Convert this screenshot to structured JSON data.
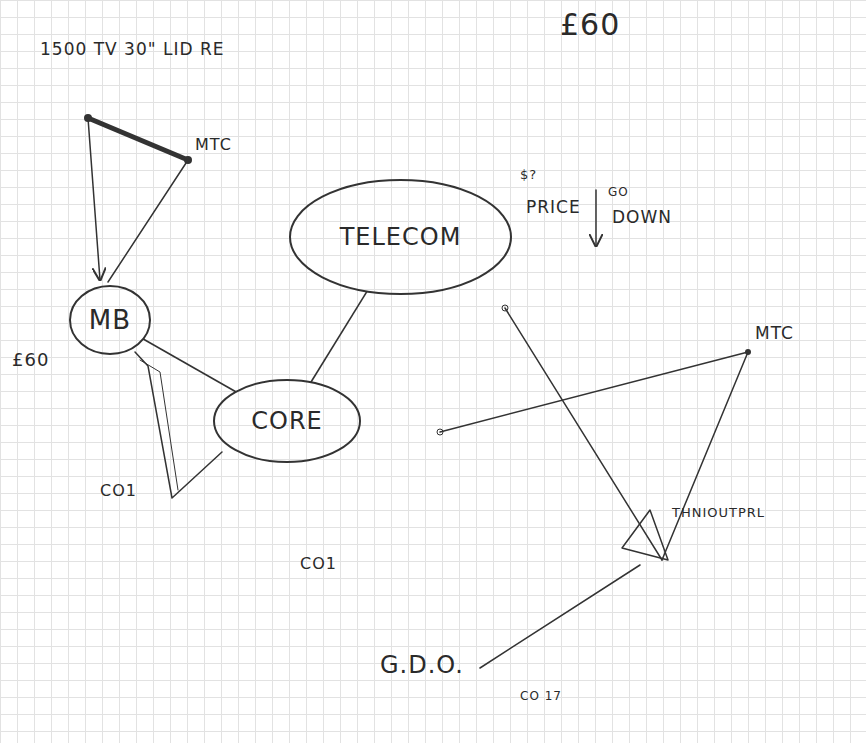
{
  "diagram": {
    "nodes": [
      {
        "text": [
          "MB"
        ]
      },
      {
        "text": [
          "CORE"
        ]
      },
      {
        "text": [
          "TELECOM"
        ]
      }
    ],
    "edges": [
      {
        "from": 0,
        "to": 1,
        "arrow": "none"
      },
      {
        "from": 2,
        "to": 1,
        "arrow": "none"
      }
    ],
    "labels": [
      "1500 TV 30\" LID RE",
      "MTC",
      "£60",
      "£60",
      "CO1",
      "$?",
      "PRICE",
      "GO",
      "DOWN",
      "MTC",
      "THNIOUTPRL",
      "CO1",
      "G.D.O.",
      "CO 17"
    ]
  }
}
